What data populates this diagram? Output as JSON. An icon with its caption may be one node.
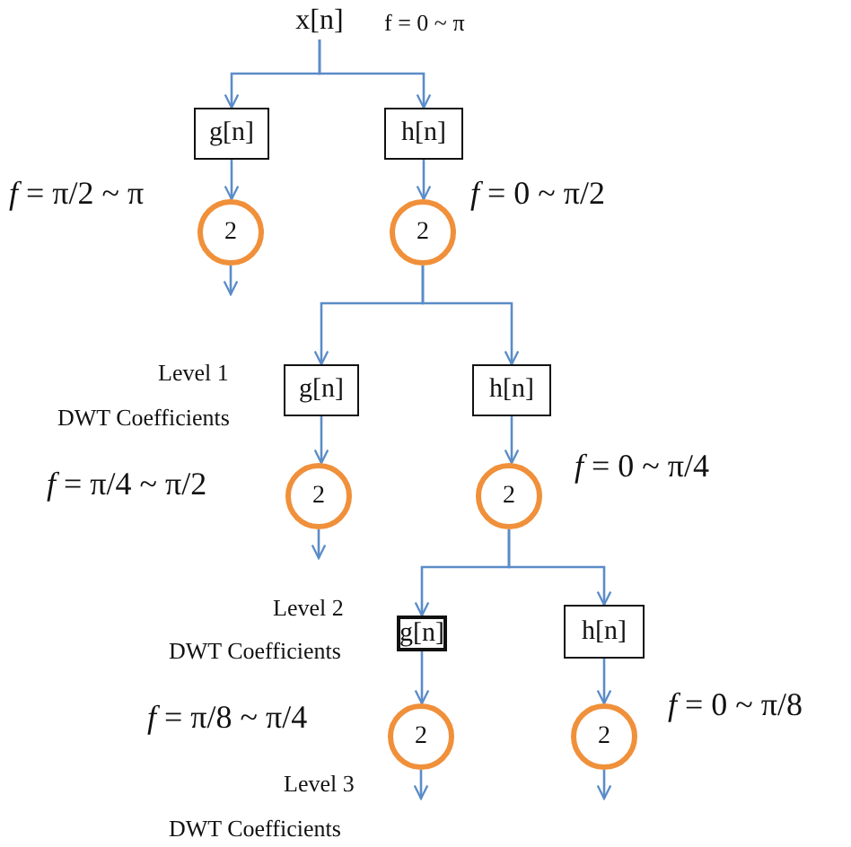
{
  "diagram": {
    "nodes": [
      {
        "text": [
          "x[n]"
        ]
      },
      {
        "text": [
          "g[n]"
        ]
      },
      {
        "text": [
          "h[n]"
        ]
      },
      {
        "text": [
          "2"
        ]
      },
      {
        "text": [
          "2"
        ]
      },
      {
        "text": [
          "g[n]"
        ]
      },
      {
        "text": [
          "h[n]"
        ]
      },
      {
        "text": [
          "2"
        ]
      },
      {
        "text": [
          "2"
        ]
      },
      {
        "text": [
          "g[n]"
        ]
      },
      {
        "text": [
          "h[n]"
        ]
      },
      {
        "text": [
          "2"
        ]
      },
      {
        "text": [
          "2"
        ]
      }
    ],
    "edges": [
      {
        "from": 0,
        "to": 1,
        "arrow": "to"
      },
      {
        "from": 0,
        "to": 2,
        "arrow": "to"
      },
      {
        "from": 1,
        "to": 3,
        "arrow": "to"
      },
      {
        "from": 2,
        "to": 4,
        "arrow": "to"
      },
      {
        "from": 3,
        "to": null,
        "arrow": "to"
      },
      {
        "from": 4,
        "to": 5,
        "arrow": "to"
      },
      {
        "from": 4,
        "to": 6,
        "arrow": "to"
      },
      {
        "from": 5,
        "to": 7,
        "arrow": "to"
      },
      {
        "from": 6,
        "to": 8,
        "arrow": "to"
      },
      {
        "from": 7,
        "to": null,
        "arrow": "to"
      },
      {
        "from": 8,
        "to": 9,
        "arrow": "to"
      },
      {
        "from": 8,
        "to": 10,
        "arrow": "to"
      },
      {
        "from": 9,
        "to": 11,
        "arrow": "to"
      },
      {
        "from": 10,
        "to": 12,
        "arrow": "to"
      },
      {
        "from": 11,
        "to": null,
        "arrow": "to"
      },
      {
        "from": 12,
        "to": null,
        "arrow": "to"
      }
    ],
    "labels": [
      "f = 0 ~ π",
      "*f* = π/2 ~ π",
      "*f* = 0 ~ π/2",
      "Level 1",
      "DWT Coefficients",
      "*f* = π/4 ~ π/2",
      "*f* = 0 ~ π/4",
      "Level 2",
      "DWT Coefficients",
      "*f* = π/8 ~ π/4",
      "*f* = 0 ~ π/8",
      "Level 3",
      "DWT Coefficients"
    ]
  }
}
